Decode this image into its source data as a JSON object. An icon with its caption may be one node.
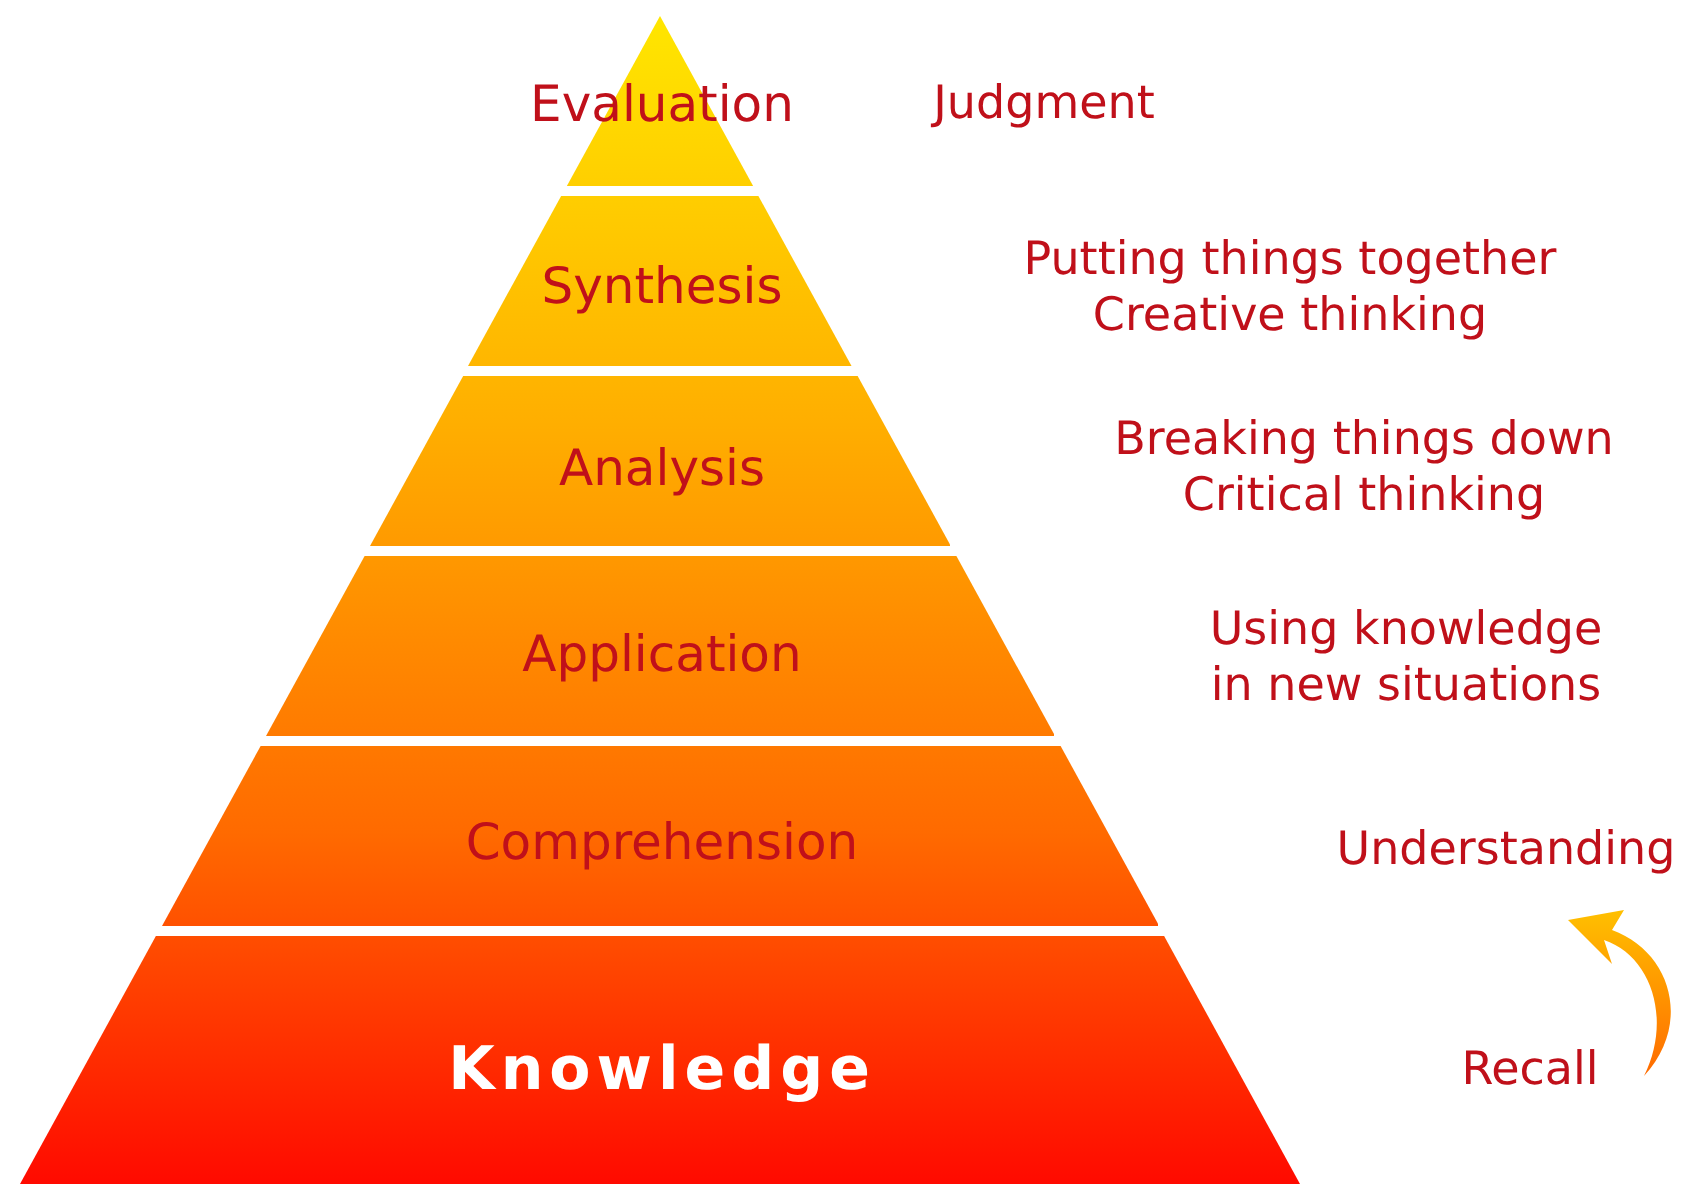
{
  "diagram": {
    "nodes": [
      {
        "text": [
          "Evaluation"
        ]
      },
      {
        "text": [
          "Synthesis"
        ]
      },
      {
        "text": [
          "Analysis"
        ]
      },
      {
        "text": [
          "Application"
        ]
      },
      {
        "text": [
          "Comprehension"
        ]
      },
      {
        "text": [
          "Knowledge"
        ]
      }
    ],
    "edges": [],
    "labels": [
      "Judgment",
      "Putting things together Creative thinking",
      "Breaking things down Critical thinking",
      "Using knowledge in new situations",
      "Understanding",
      "Recall"
    ]
  }
}
